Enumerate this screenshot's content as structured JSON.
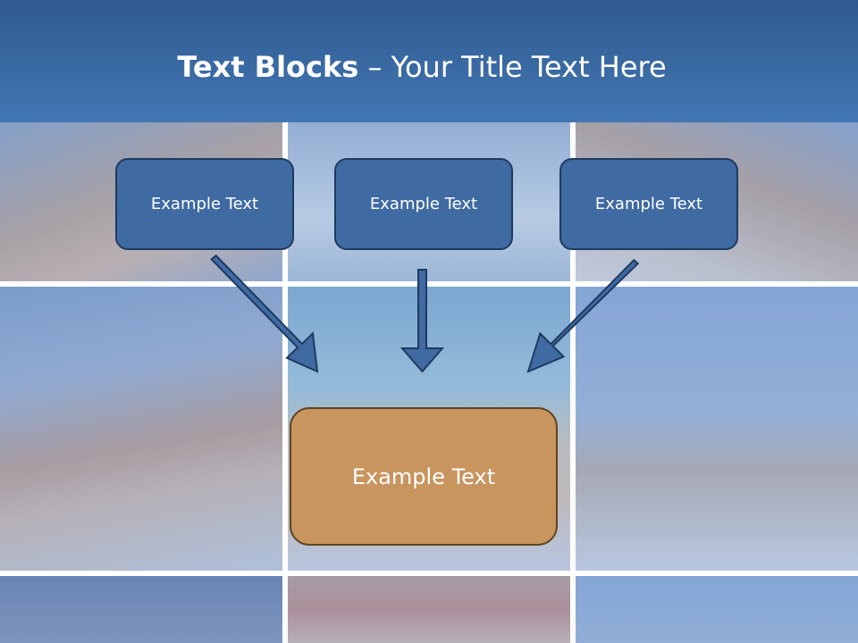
{
  "slide": {
    "title_bold": "Text Blocks",
    "title_rest": "– Your Title Text Here"
  },
  "boxes": {
    "top": [
      {
        "text": "Example Text"
      },
      {
        "text": "Example Text"
      },
      {
        "text": "Example Text"
      }
    ],
    "bottom": {
      "text": "Example Text"
    }
  },
  "colors": {
    "title_bar": "#3a6aa3",
    "box_blue": "#3f6aa2",
    "box_blue_border": "#1f3a5f",
    "box_orange": "#c8955f",
    "box_orange_border": "#5f4320",
    "arrow": "#3f6aa2"
  }
}
